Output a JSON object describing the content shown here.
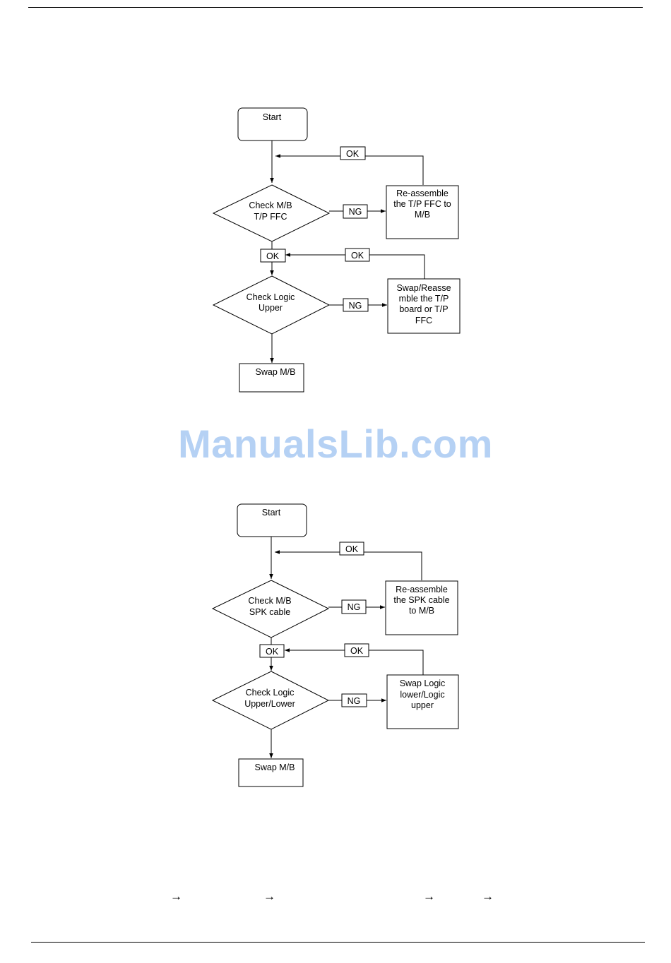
{
  "watermark": "ManualsLib.com",
  "colors": {
    "watermark": "#a9c9f3",
    "line": "#000000"
  },
  "flowcharts": [
    {
      "start": "Start",
      "ok_top": "OK",
      "check1": [
        "Check M/B",
        "T/P FFC"
      ],
      "ng1": "NG",
      "action1": [
        "Re-assemble",
        "the T/P FFC to",
        "M/B"
      ],
      "ok_mid": "OK",
      "ok_mid_right": "OK",
      "check2": [
        "Check Logic",
        "Upper"
      ],
      "ng2": "NG",
      "action2": [
        "Swap/Reasse",
        "mble the T/P",
        "board or T/P",
        "FFC"
      ],
      "end": "Swap M/B"
    },
    {
      "start": "Start",
      "ok_top": "OK",
      "check1": [
        "Check M/B",
        "SPK cable"
      ],
      "ng1": "NG",
      "action1": [
        "Re-assemble",
        "the SPK cable",
        "to M/B"
      ],
      "ok_mid": "OK",
      "ok_mid_right": "OK",
      "check2": [
        "Check Logic",
        "Upper/Lower"
      ],
      "ng2": "NG",
      "action2": [
        "Swap Logic",
        "lower/Logic",
        "upper"
      ],
      "end": "Swap M/B"
    }
  ],
  "footer_arrows": [
    "→",
    "→",
    "→",
    "→"
  ],
  "icons": {
    "arrow": "right-arrow-icon"
  }
}
